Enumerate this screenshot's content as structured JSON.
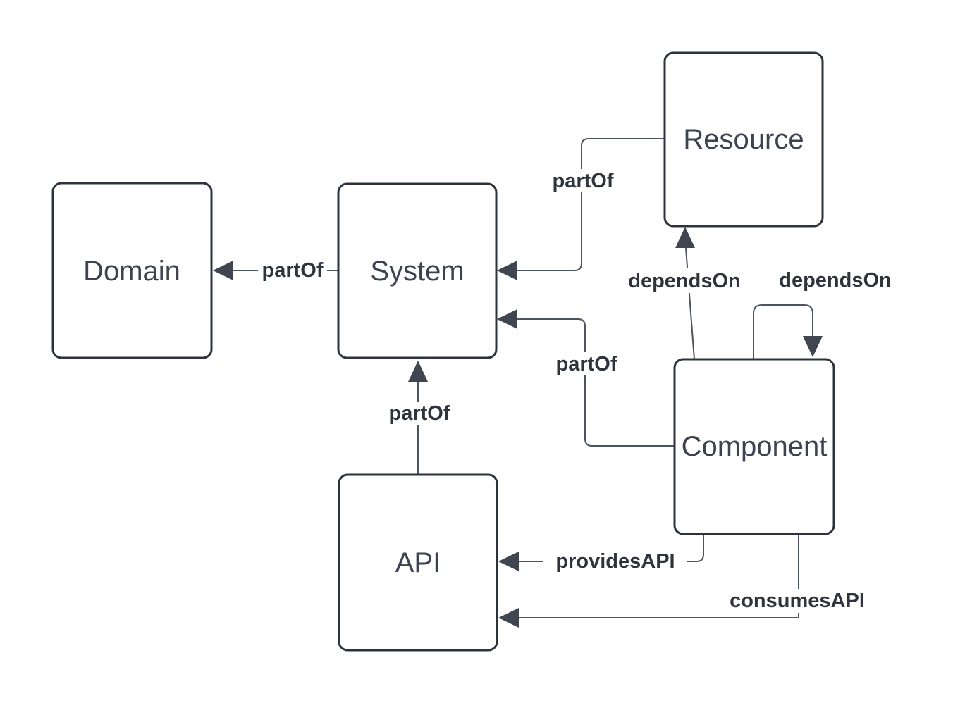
{
  "diagram": {
    "type": "entity-relationship-diagram",
    "background_color": "#ffffff",
    "colors": {
      "node_border": "#2d333c",
      "node_fill": "#ffffff",
      "node_text": "#3c4250",
      "edge_line": "#4d5360",
      "arrowhead": "#3f4650",
      "edge_label_text": "#2f343c"
    },
    "nodes": [
      {
        "id": "domain",
        "label": "Domain"
      },
      {
        "id": "system",
        "label": "System"
      },
      {
        "id": "resource",
        "label": "Resource"
      },
      {
        "id": "api",
        "label": "API"
      },
      {
        "id": "component",
        "label": "Component"
      }
    ],
    "edges": [
      {
        "from": "system",
        "to": "domain",
        "label": "partOf"
      },
      {
        "from": "resource",
        "to": "system",
        "label": "partOf"
      },
      {
        "from": "component",
        "to": "system",
        "label": "partOf"
      },
      {
        "from": "component",
        "to": "resource",
        "label": "dependsOn"
      },
      {
        "from": "component",
        "to": "component",
        "label": "dependsOn"
      },
      {
        "from": "api",
        "to": "system",
        "label": "partOf"
      },
      {
        "from": "component",
        "to": "api",
        "label": "providesAPI"
      },
      {
        "from": "component",
        "to": "api",
        "label": "consumesAPI"
      }
    ]
  }
}
